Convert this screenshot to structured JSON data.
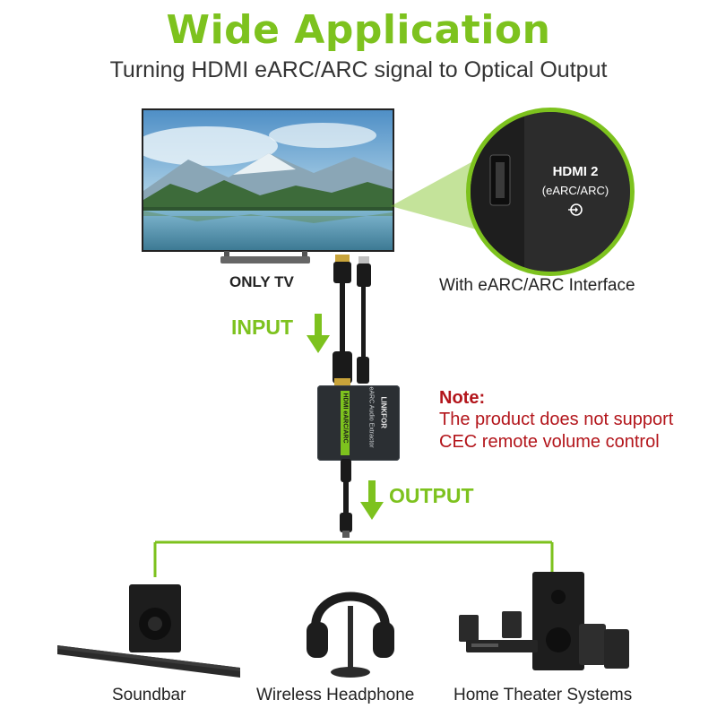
{
  "header": {
    "title": "Wide Application",
    "subtitle": "Turning HDMI eARC/ARC signal to Optical Output"
  },
  "tv": {
    "caption": "ONLY TV"
  },
  "port_zoom": {
    "port_name": "HDMI 2",
    "port_mode": "(eARC/ARC)",
    "caption": "With eARC/ARC Interface"
  },
  "flow": {
    "input_label": "INPUT",
    "output_label": "OUTPUT"
  },
  "converter": {
    "brand": "LINKFOR",
    "model_text": "eARC Audio Extractor",
    "strip_text": "HDMI eARC/ARC"
  },
  "note": {
    "title": "Note:",
    "line1": "The product does not support",
    "line2": "CEC remote volume control"
  },
  "devices": [
    {
      "label": "Soundbar",
      "icon": "soundbar-icon"
    },
    {
      "label": "Wireless Headphone",
      "icon": "headphone-icon"
    },
    {
      "label": "Home Theater Systems",
      "icon": "home-theater-icon"
    }
  ],
  "colors": {
    "accent_green": "#7dc21e",
    "note_red": "#b3151b",
    "text_dark": "#333333"
  }
}
